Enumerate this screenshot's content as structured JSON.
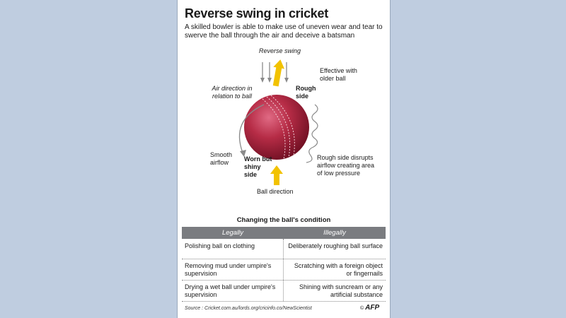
{
  "title": "Reverse swing in cricket",
  "subtitle": "A skilled bowler is able to make use of uneven wear and tear to swerve the ball through the air and deceive a batsman",
  "diagram": {
    "reverse_swing": "Reverse swing",
    "effective": "Effective with older ball",
    "air_direction": "Air direction in relation to ball",
    "rough_side": "Rough side",
    "smooth_airflow": "Smooth airflow",
    "worn_side": "Worn but shiny side",
    "rough_disrupts": "Rough side disrupts airflow creating area of low pressure",
    "ball_direction": "Ball direction",
    "colors": {
      "ball": "#a8243a",
      "arrow": "#f2c200",
      "air": "#8a8a8a"
    }
  },
  "table": {
    "title": "Changing the ball's condition",
    "headers": [
      "Legally",
      "Illegally"
    ],
    "rows": [
      [
        "Polishing ball on clothing",
        "Deliberately roughing ball surface"
      ],
      [
        "Removing mud under umpire's supervision",
        "Scratching with a foreign object or fingernails"
      ],
      [
        "Drying a wet ball under umpire's supervision",
        "Shining with suncream or any artificial substance"
      ]
    ]
  },
  "source": "Source : Cricket.com.au/lords.org/cricinfo.co/NewScientist",
  "logo": "AFP",
  "logo_prefix": "©"
}
